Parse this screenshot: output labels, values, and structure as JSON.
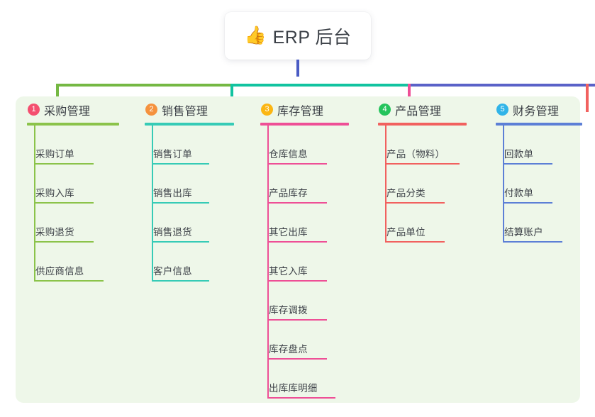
{
  "root": {
    "icon": "thumbs-up-emoji",
    "icon_glyph": "👍",
    "title": "ERP 后台"
  },
  "colors": {
    "panel_background": "#eef7e9",
    "page_background": "#ffffff",
    "stem": "#4a5bc4",
    "bus_green": "#75b843",
    "bus_teal": "#12c3a0",
    "bus_blue": "#5a62c8"
  },
  "columns": [
    {
      "number": "1",
      "title": "采购管理",
      "badge_color": "#f44f6f",
      "line_color": "#8bc34a",
      "drop_color": "#75b843",
      "items": [
        "采购订单",
        "采购入库",
        "采购退货",
        "供应商信息"
      ]
    },
    {
      "number": "2",
      "title": "销售管理",
      "badge_color": "#f5923e",
      "line_color": "#36cbb6",
      "drop_color": "#12c3a0",
      "items": [
        "销售订单",
        "销售出库",
        "销售退货",
        "客户信息"
      ]
    },
    {
      "number": "3",
      "title": "库存管理",
      "badge_color": "#fbb614",
      "line_color": "#ee4f96",
      "drop_color": "#ee4f96",
      "items": [
        "仓库信息",
        "产品库存",
        "其它出库",
        "其它入库",
        "库存调拨",
        "库存盘点",
        "出库库明细"
      ]
    },
    {
      "number": "4",
      "title": "产品管理",
      "badge_color": "#25c45d",
      "line_color": "#f1615f",
      "drop_color": "#f1615f",
      "items": [
        "产品（物料）",
        "产品分类",
        "产品单位"
      ]
    },
    {
      "number": "5",
      "title": "财务管理",
      "badge_color": "#31b4e8",
      "line_color": "#5c7fd6",
      "drop_color": "#4a5bc4",
      "items": [
        "回款单",
        "付款单",
        "结算账户"
      ]
    }
  ]
}
